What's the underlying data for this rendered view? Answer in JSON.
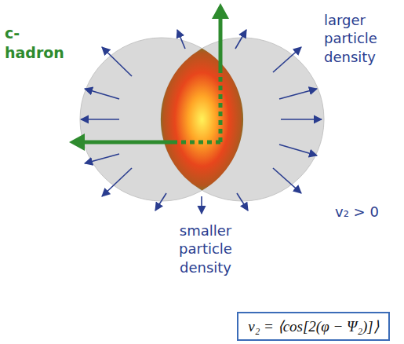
{
  "diagram": {
    "nodes": [
      {
        "text": [
          "v₂ = ⟨cos[2(φ − Ψ₂)]⟩"
        ]
      }
    ],
    "labels": [
      "c- hadron",
      "larger particle density",
      "v₂ > 0",
      "smaller particle density"
    ]
  }
}
